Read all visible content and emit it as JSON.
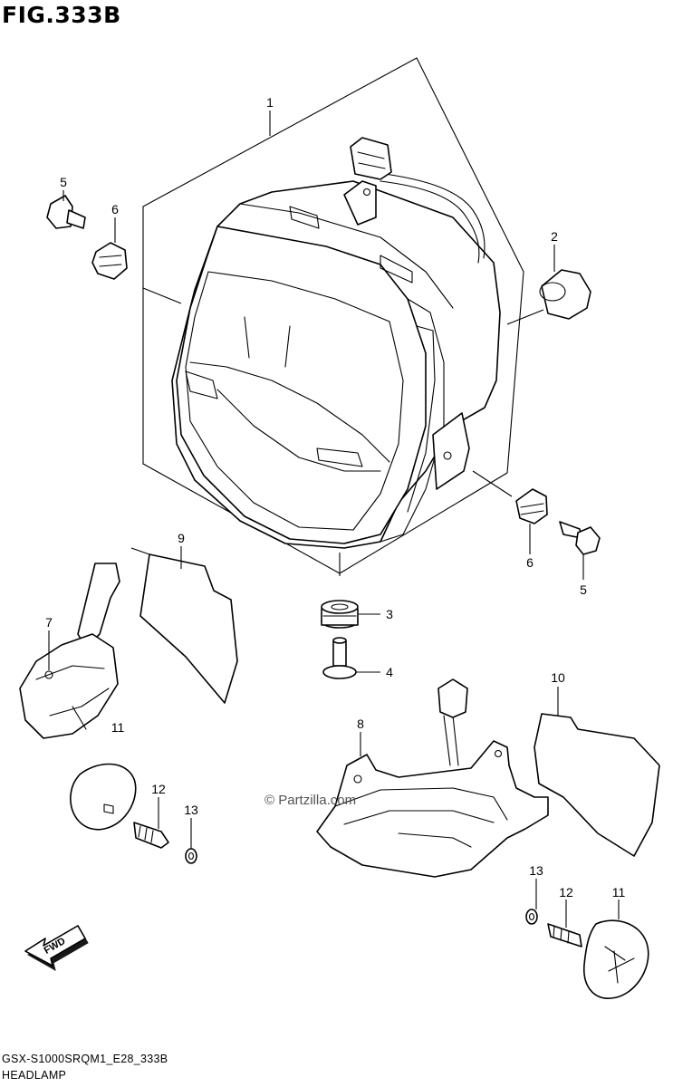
{
  "figure": {
    "title": "FIG.333B",
    "code": "GSX-S1000SRQM1_E28_333B",
    "section": "HEADLAMP",
    "watermark": "© Partzilla.com"
  },
  "callouts": {
    "c1": "1",
    "c2": "2",
    "c3": "3",
    "c4": "4",
    "c5a": "5",
    "c5b": "5",
    "c6a": "6",
    "c6b": "6",
    "c7": "7",
    "c8": "8",
    "c9": "9",
    "c10": "10",
    "c11a": "11",
    "c11b": "11",
    "c12a": "12",
    "c12b": "12",
    "c13a": "13",
    "c13b": "13"
  },
  "fwd_label": "FWD"
}
